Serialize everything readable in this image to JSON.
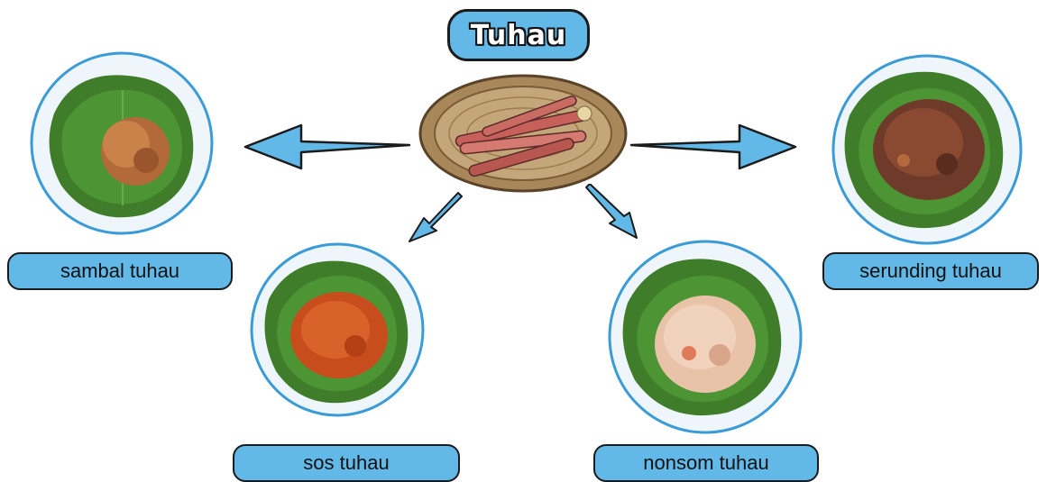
{
  "title": "Tuhau",
  "dishes": [
    {
      "name": "sambal tuhau"
    },
    {
      "name": "sos tuhau"
    },
    {
      "name": "nonsom tuhau"
    },
    {
      "name": "serunding tuhau"
    }
  ],
  "colors": {
    "accent": "#62b9e8",
    "outline": "#1b1b1b",
    "leaf": "#3f7d2a",
    "plate_ring": "#3b9bd6",
    "basket": "#a8875a",
    "stalk": "#c7605a"
  }
}
